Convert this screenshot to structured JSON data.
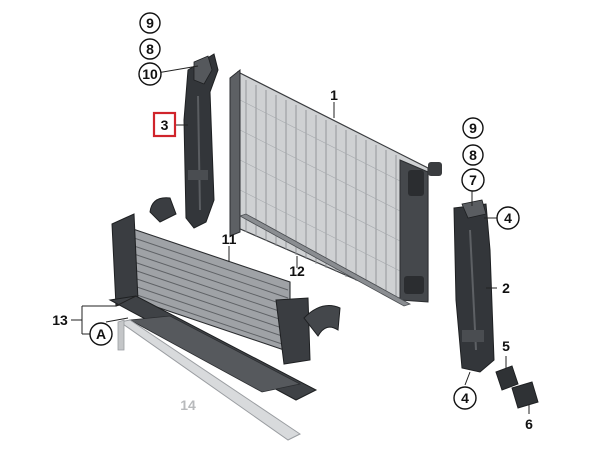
{
  "colors": {
    "background": "#ffffff",
    "part_dark": "#2b2d30",
    "part_mid": "#55585c",
    "part_light": "#9a9da1",
    "radiator_fill": "#c9cbcd",
    "highlight_box": "#d0242b",
    "faded_label": "#b8babc"
  },
  "callouts": {
    "c9_left": "9",
    "c8_left": "8",
    "c10": "10",
    "c3": "3",
    "c1": "1",
    "c9_right": "9",
    "c8_right": "8",
    "c7": "7",
    "c4_top": "4",
    "c2": "2",
    "c11": "11",
    "c12": "12",
    "c13": "13",
    "cA": "A",
    "c14": "14",
    "c5": "5",
    "c6": "6",
    "c4_bottom": "4"
  }
}
